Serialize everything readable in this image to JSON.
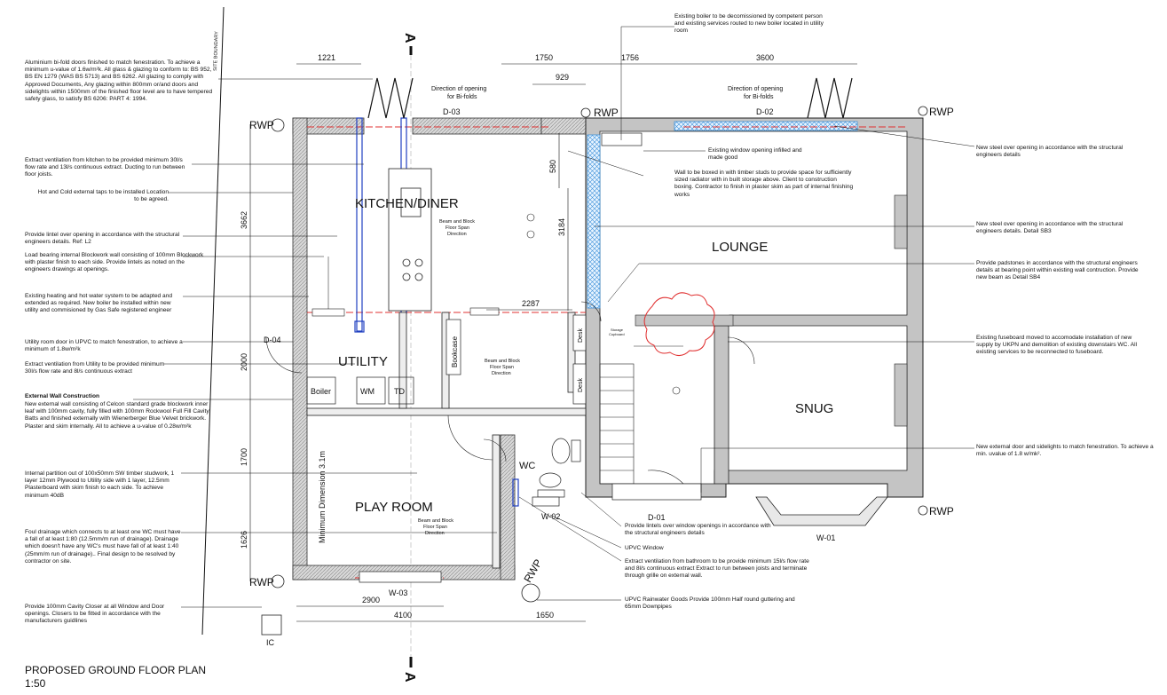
{
  "title": {
    "line1": "PROPOSED GROUND FLOOR PLAN",
    "line2": "1:50"
  },
  "rooms": {
    "kitchen": "KITCHEN/DINER",
    "lounge": "LOUNGE",
    "utility": "UTILITY",
    "snug": "SNUG",
    "play": "PLAY ROOM",
    "wc": "WC"
  },
  "fixtures": {
    "boiler": "Boiler",
    "wm": "WM",
    "td": "TD",
    "bookcase": "Bookcase",
    "desk1": "Desk",
    "desk2": "Desk",
    "storage1": "Storage",
    "storage2": "Cupboard",
    "min_dim": "Minimum Dimension 3.1m"
  },
  "span_notes": {
    "kitchen": [
      "Beam and Block",
      "Floor Span",
      "Direction"
    ],
    "middle": [
      "Beam and Block",
      "Floor Span",
      "Direction"
    ],
    "play": [
      "Beam and Block",
      "Floor Span",
      "Direction"
    ]
  },
  "openings": {
    "d03": "D-03",
    "d02": "D-02",
    "d04": "D-04",
    "d01": "D-01",
    "w01": "W-01",
    "w02": "W-02",
    "w03": "W-03",
    "bifold1": [
      "Direction of opening",
      "for Bi-folds"
    ],
    "bifold2": [
      "Direction of opening",
      "for Bi-folds"
    ]
  },
  "markers": {
    "rwp": "RWP",
    "ic": "IC",
    "section_a": "A",
    "site_boundary": "SITE BOUNDARY"
  },
  "dimensions": {
    "d1221": "1221",
    "d1750": "1750",
    "d929": "929",
    "d1756": "1756",
    "d3600": "3600",
    "d3662": "3662",
    "d580": "580",
    "d3184": "3184",
    "d2287": "2287",
    "d2000": "2000",
    "d1700": "1700",
    "d1626": "1626",
    "d2900": "2900",
    "d4100": "4100",
    "d1650": "1650"
  },
  "notes_left": {
    "n1": "Aluminium bi-fold doors finished to match fenestration. To achieve a minimum u-value of 1.6w/m²k. All glass & glazing to conform to: BS 952, BS EN 1279 (WAS BS 5713) and BS 6262. All glazing to comply with Approved Documents, Any glazing within 800mm or/and doors and sidelights within 1500mm of the finished floor level are to have tempered safety glass, to satisfy BS 6206: PART 4: 1994.",
    "n2": "Extract ventilation from kitchen to be provided minimum 30l/s flow rate and 13l/s continuous extract. Ducting to run between floor joists.",
    "n3": "Hot and Cold external taps to be installed Location to be agreed.",
    "n4": "Provide lintel over opening in accordance with the structural engineers details. Ref: L2",
    "n5": "Load bearing internal Blockwork wall consisting of 100mm Blockwork with plaster finish to each side. Provide lintels as noted on the engineers drawings at openings.",
    "n6": "Existing heating and hot water system to be adapted and extended as required. New boiler be installed within new utility and commisioned by Gas Safe registered engineer",
    "n7": "Utility room door in UPVC to match fenestration, to achieve a minimum of 1.8w/m²k",
    "n8": "Extract ventilation from Utility to be provided minimum 30l/s flow rate and 8l/s continuous extract",
    "n9_title": "External Wall Construction",
    "n9": "New external wall consisting of Celcon standard grade blockwork inner leaf with 100mm cavity, fully filled with 100mm Rockwool Full Fill Cavity Batts and finished externally with Wienerberger Blue Velvet brickwork. Plaster and skim internally. All to achieve a u-value of 0.28w/m²k",
    "n10": "Internal partition out of 100x50mm SW timber studwork, 1 layer 12mm Plywood to Utility side with 1 layer, 12.5mm Plasterboard with skim finish to each side. To achieve minimum 40dB",
    "n11": "Foul drainage which connects to at least one WC must have a fall of at least 1:80 (12.5mm/m run of drainage). Drainage which doesn't have any WC's must have fall of at least 1:40 (25mm/m run of drainage).. Final design to be resolved by contractor on site.",
    "n12": "Provide 100mm Cavity Closer at all Window and Door openings. Closers to be fitted in accordance with the manufacturers guidlines"
  },
  "notes_right": {
    "r1": "Existing boiler to be decomissioned by competent person and existing services routed to new boiler located in utility room",
    "r2": "Existing window opening infilled and made good",
    "r3": "Wall to be boxed in with timber studs to provide space for sufficiently sized radiator with in built storage above. Client to construction boxing. Contractor to finish in plaster skim as part of internal finishing works",
    "r4": "New steel over opening in accordance with the structural engineers details",
    "r5": "New steel over opening in accordance with the structural engineers details. Detail SB3",
    "r6": "Provide padstones in accordance with the structural engineers details at bearing point within existing wall contruction. Provide new beam as Detail SB4",
    "r7": "Existing fuseboard moved to accomodate installation of new supply by UKPN and demolition of existing downstairs WC. All existing services to be reconnected to fuseboard.",
    "r8": "New external door and sidelights to match fenestration. To achieve a min. uvalue of 1.8 w/mk².",
    "r9": "Provide lintels over window openings in accordance with the structural engineers details",
    "r10": "UPVC Window",
    "r11": "Extract ventilation from bathroom to be provide minimum 15l/s flow rate and 8l/s continuous extract Extract to run between joists and terminate through grille on external wall.",
    "r12": "UPVC Rainwater Goods Provide 100mm Half round guttering and 65mm Downpipes"
  },
  "colors": {
    "wall_fill": "#c8c8c8",
    "structure_red": "#e03030",
    "duct_blue": "#2040c0",
    "steel_blue": "#4aa0e0"
  }
}
